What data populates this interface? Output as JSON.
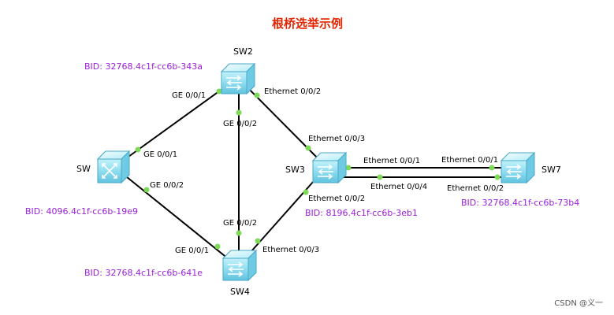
{
  "title": "根桥选举示例",
  "watermark": "CSDN @义一",
  "colors": {
    "title": "#e32400",
    "bid": "#9a1fd8",
    "link": "#000000",
    "port_dot": "#7ed957",
    "switch_body": "#9fe3f2",
    "switch_edge": "#4aa9c8"
  },
  "devices": {
    "sw": {
      "name": "SW",
      "bid": "BID: 4096.4c1f-cc6b-19e9",
      "icon": "layer3-switch-icon"
    },
    "sw2": {
      "name": "SW2",
      "bid": "BID: 32768.4c1f-cc6b-343a",
      "icon": "switch-icon"
    },
    "sw3": {
      "name": "SW3",
      "bid": "BID: 8196.4c1f-cc6b-3eb1",
      "icon": "switch-icon"
    },
    "sw4": {
      "name": "SW4",
      "bid": "BID: 32768.4c1f-cc6b-641e",
      "icon": "switch-icon"
    },
    "sw7": {
      "name": "SW7",
      "bid": "BID: 32768.4c1f-cc6b-73b4",
      "icon": "switch-icon"
    }
  },
  "links": [
    {
      "a": "sw",
      "a_port": "GE 0/0/1",
      "b": "sw2",
      "b_port": "GE 0/0/1"
    },
    {
      "a": "sw",
      "a_port": "GE 0/0/2",
      "b": "sw4",
      "b_port": "GE 0/0/1"
    },
    {
      "a": "sw2",
      "a_port": "GE 0/0/2",
      "b": "sw4",
      "b_port": "GE 0/0/2"
    },
    {
      "a": "sw2",
      "a_port": "Ethernet 0/0/2",
      "b": "sw3",
      "b_port": "Ethernet 0/0/3"
    },
    {
      "a": "sw4",
      "a_port": "Ethernet 0/0/3",
      "b": "sw3",
      "b_port": "Ethernet 0/0/2"
    },
    {
      "a": "sw3",
      "a_port": "Ethernet 0/0/1",
      "b": "sw7",
      "b_port": "Ethernet 0/0/1"
    },
    {
      "a": "sw3",
      "a_port": "Ethernet 0/0/4",
      "b": "sw7",
      "b_port": "Ethernet 0/0/2"
    }
  ]
}
